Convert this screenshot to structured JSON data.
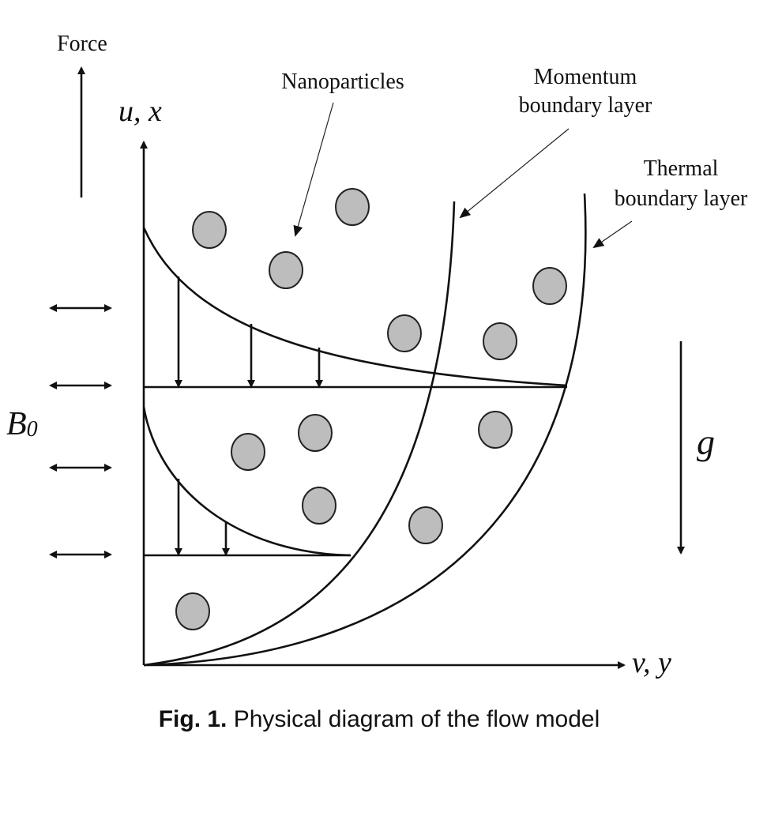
{
  "labels": {
    "force": "Force",
    "u_x": "u, x",
    "v_y": "v, y",
    "b0_main": "B",
    "b0_sub": "0",
    "g": "g",
    "nanoparticles": "Nanoparticles",
    "momentum_line1": "Momentum",
    "momentum_line2": "boundary layer",
    "thermal_line1": "Thermal",
    "thermal_line2": "boundary layer"
  },
  "caption": {
    "prefix": "Fig. 1.",
    "text": " Physical diagram of the flow model"
  },
  "colors": {
    "particle_fill": "#bdbdbd",
    "stroke": "#111111"
  }
}
